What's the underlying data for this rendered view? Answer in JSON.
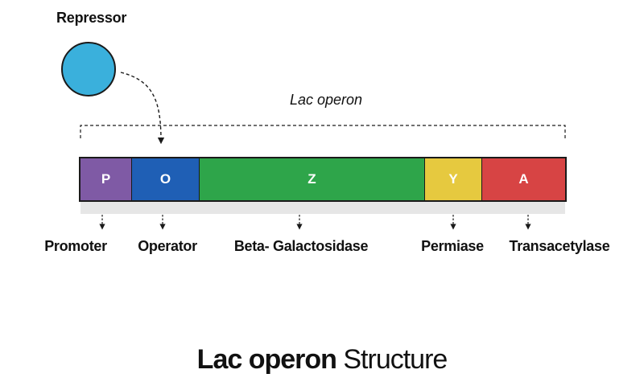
{
  "repressor": {
    "label": "Repressor",
    "color": "#3ab0dc"
  },
  "operon": {
    "title": "Lac operon"
  },
  "segments": [
    {
      "letter": "P",
      "label": "Promoter",
      "color": "#7f5aa5"
    },
    {
      "letter": "O",
      "label": "Operator",
      "color": "#1f5fb5"
    },
    {
      "letter": "Z",
      "label": "Beta- Galactosidase",
      "color": "#2ea54a"
    },
    {
      "letter": "Y",
      "label": "Permiase",
      "color": "#e6c93f"
    },
    {
      "letter": "A",
      "label": "Transacetylase",
      "color": "#d74444"
    }
  ],
  "caption": {
    "bold": "Lac operon",
    "light": " Structure"
  }
}
